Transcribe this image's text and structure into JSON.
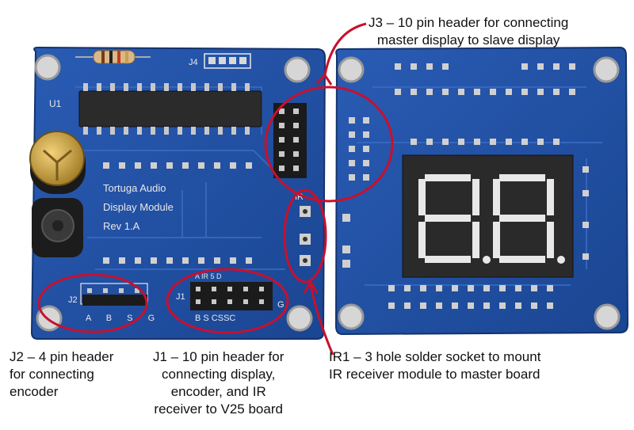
{
  "photo": {
    "left_board": {
      "silk_title_lines": [
        "Tortuga Audio",
        "Display Module",
        "Rev 1.A"
      ],
      "labels": {
        "u1": "U1",
        "j4": "J4",
        "j2": "J2",
        "j1": "J1",
        "ir": "IR",
        "j2_pins": "A B S G",
        "j1_pins_bottom": "B S CSSC",
        "j1_pins_top": "A IR 5 D",
        "j1_g": "G"
      }
    },
    "right_board": {
      "display_digits": "8.8."
    },
    "colors": {
      "pcb": "#1f4fa3",
      "pcb_dark": "#173e84",
      "ring": "#c8102e",
      "display": "#2a2a2a",
      "segment": "#e8e8e8"
    }
  },
  "callouts": {
    "j3": [
      "J3 – 10 pin header for connecting",
      "master display to slave display"
    ],
    "j2": [
      "J2 – 4 pin header",
      "for connecting",
      "encoder"
    ],
    "j1": [
      "J1 – 10 pin header for",
      "connecting display,",
      "encoder, and IR",
      "receiver to V25 board"
    ],
    "ir1": [
      "IR1 – 3 hole solder socket to mount",
      "IR receiver module to master board"
    ]
  }
}
